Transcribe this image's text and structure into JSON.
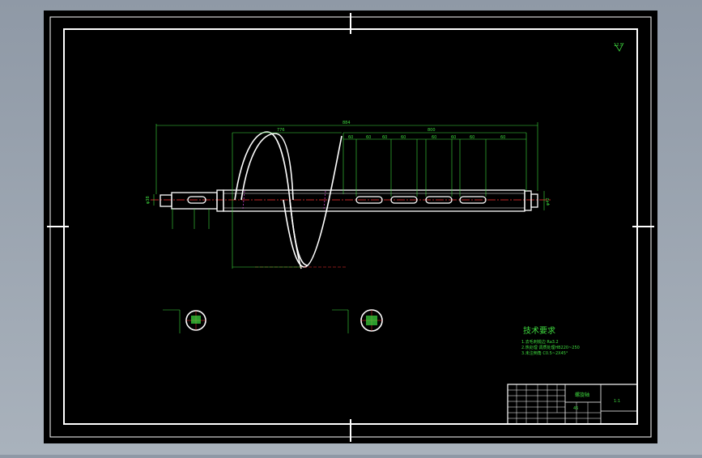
{
  "drawing": {
    "colors": {
      "background": "#000000",
      "frame": "#ffffff",
      "dimension": "#3fdc3f",
      "centerline": "#ff3030",
      "hidden": "#c040c0",
      "outside": "#98a2ad"
    },
    "surface_mark": {
      "value": "12.5"
    },
    "dimensions": {
      "overall_length": "884",
      "pitch": "776",
      "slot_span": "800",
      "slot_spacing": [
        "60",
        "60",
        "60",
        "60",
        "60",
        "60",
        "60",
        "60"
      ],
      "end_diameter": "φ38",
      "shaft_diameter": "φ42"
    },
    "notes": {
      "title": "技术要求",
      "lines": [
        "1.去毛刺锐边 Ra3.2",
        "2.热处理  调质处理HB220~250",
        "3.未注倒角   C0.5~2X45°"
      ]
    },
    "title_block": {
      "drawing_name": "螺旋轴",
      "scale": "1:1",
      "material": "45"
    }
  }
}
